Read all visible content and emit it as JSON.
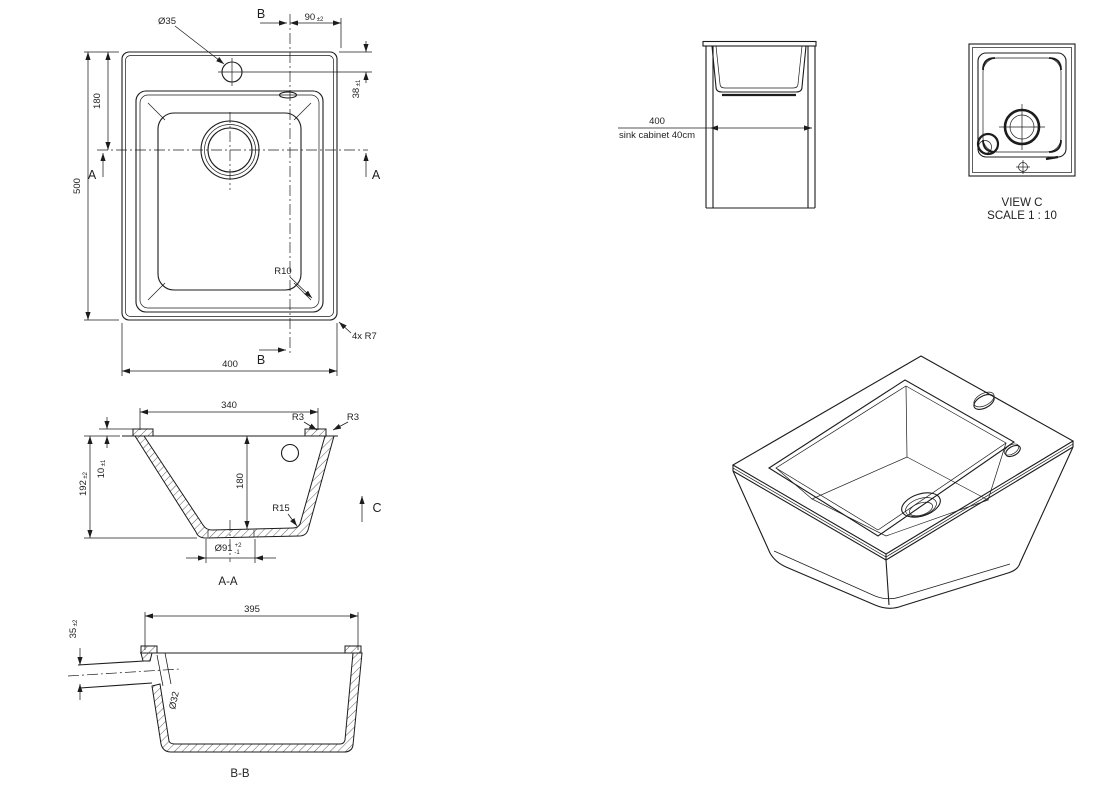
{
  "meta": {
    "drawing_type": "sink technical drawing",
    "ink_color": "#1c1c1c",
    "background_color": "#ffffff"
  },
  "top_view": {
    "faucet_hole_label": "Ø35",
    "section_b_label": "B",
    "dim_faucet_offset": {
      "value": "90",
      "tol": "±2"
    },
    "dim_faucet_from_edge": {
      "value": "38",
      "tol": "±1"
    },
    "dim_drain_from_top": "180",
    "dim_length": "500",
    "section_a_label": "A",
    "inner_radius_label": "R10",
    "corner_radius_label": "4x R7",
    "dim_width": "400"
  },
  "section_aa": {
    "title": "A-A",
    "dim_bowl_width": "340",
    "radius_left_label": "R3",
    "radius_right_label": "R3",
    "dim_total_depth": {
      "value": "192",
      "tol": "±2"
    },
    "dim_rim_height": {
      "value": "10",
      "tol": "±1"
    },
    "dim_bowl_depth": "180",
    "radius_bottom_label": "R15",
    "dim_drain": {
      "value": "Ø91",
      "tol_plus": "+2",
      "tol_minus": "-1"
    },
    "view_c_arrow_label": "C"
  },
  "section_bb": {
    "title": "B-B",
    "dim_top_width": "395",
    "dim_overflow_drop": {
      "value": "35",
      "tol": "±2"
    },
    "dim_overflow_dia": "Ø32"
  },
  "cabinet_view": {
    "dim_width": "400",
    "caption": "sink cabinet 40cm"
  },
  "view_c": {
    "title": "VIEW C",
    "scale": "SCALE 1 : 10"
  }
}
